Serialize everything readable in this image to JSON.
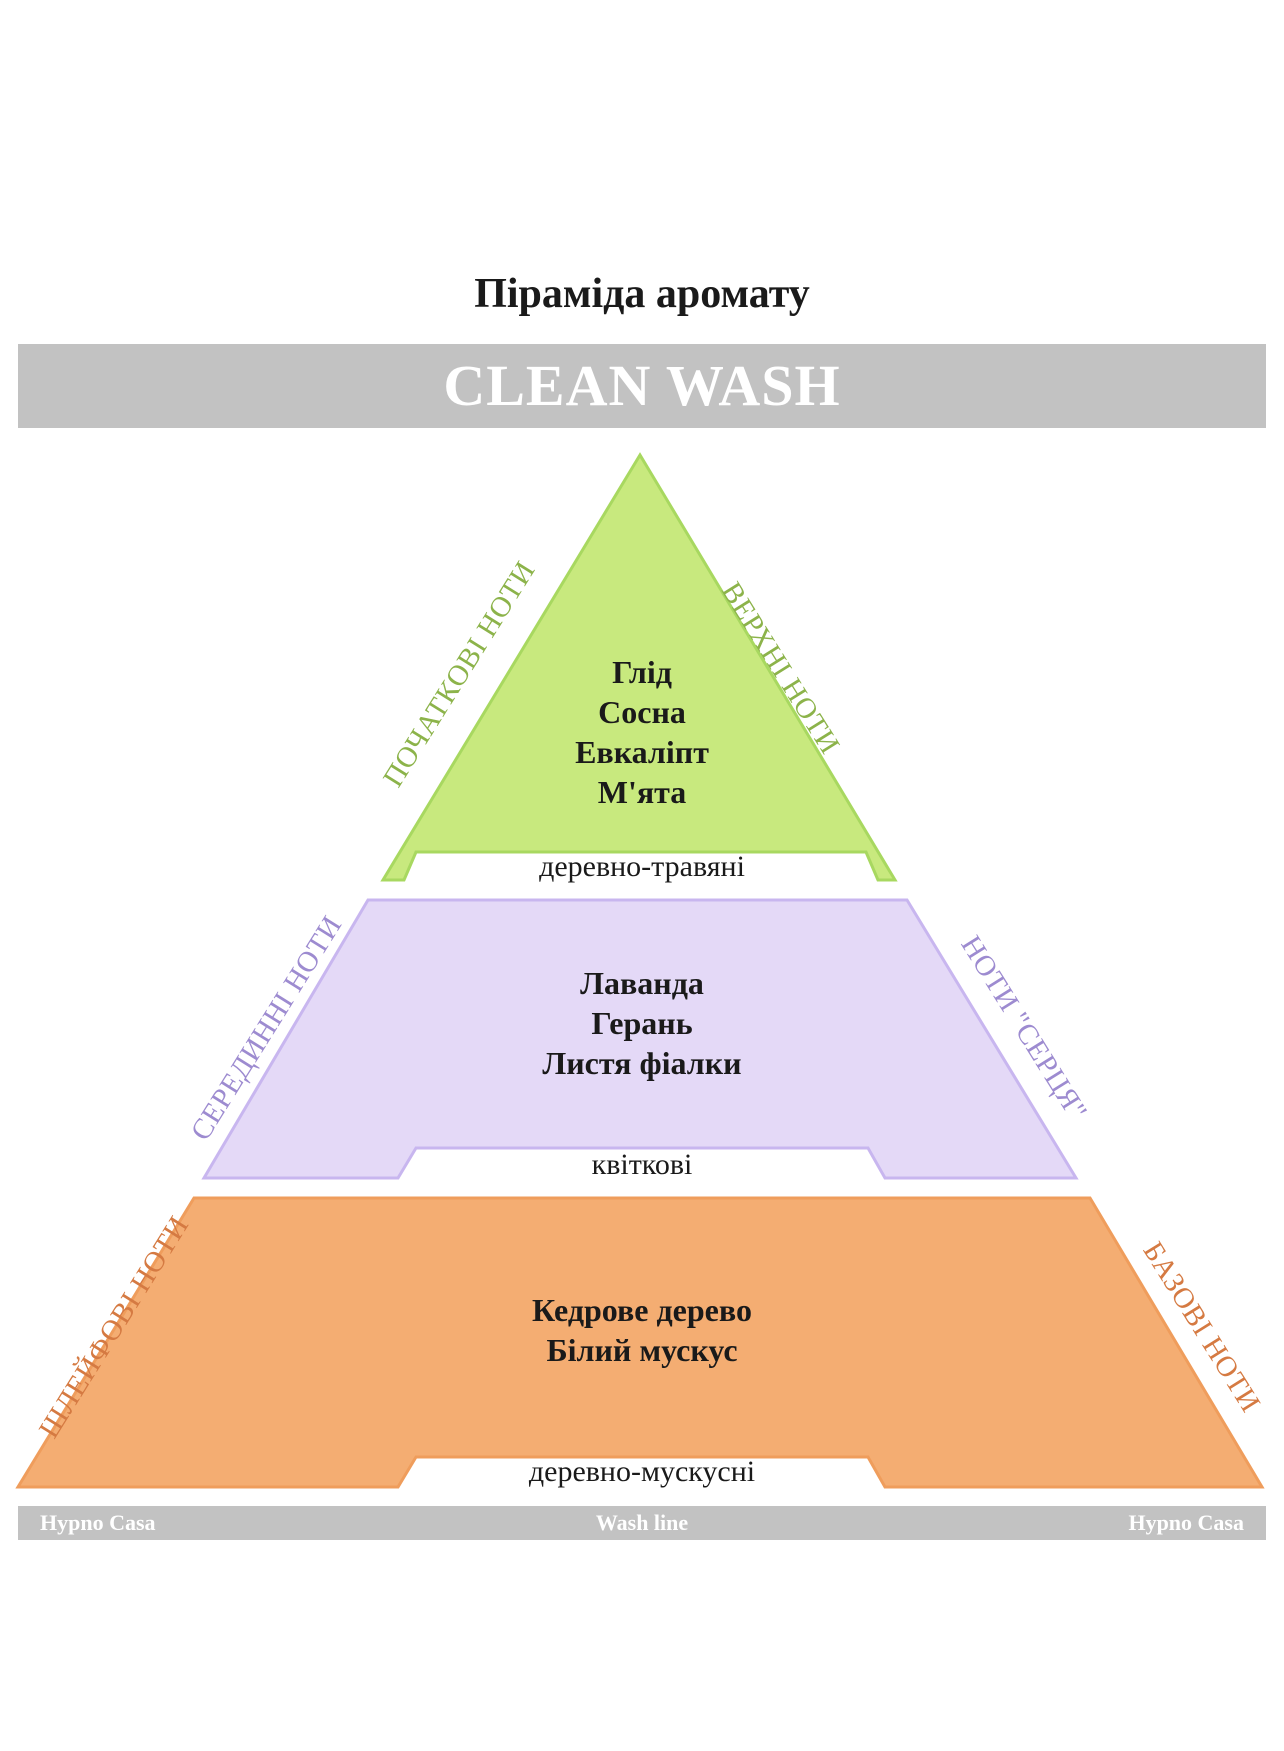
{
  "title": "Піраміда аромату",
  "banner": "CLEAN WASH",
  "colors": {
    "top_fill": "#c8e97e",
    "top_stroke": "#a8d860",
    "top_label": "#8cb34a",
    "middle_fill": "#e4d9f7",
    "middle_stroke": "#c8b6ef",
    "middle_label": "#9d8bd0",
    "base_fill": "#f4ad72",
    "base_stroke": "#ef9d5c",
    "base_label": "#d57a42",
    "bar": "#c2c2c2"
  },
  "tiers": {
    "top": {
      "notes": [
        "Глід",
        "Сосна",
        "Евкаліпт",
        "М'ята"
      ],
      "family": "деревно-травяні",
      "left_label": "ПОЧАТКОВІ НОТИ",
      "right_label": "ВЕРХНІ НОТИ"
    },
    "middle": {
      "notes": [
        "Лаванда",
        "Герань",
        "Листя фіалки"
      ],
      "family": "квіткові",
      "left_label": "СЕРЕДИННІ НОТИ",
      "right_label": "НОТИ \"СЕРЦЯ\""
    },
    "base": {
      "notes": [
        "Кедрове дерево",
        "Білий мускус"
      ],
      "family": "деревно-мускусні",
      "left_label": "ШЛЕЙФОВІ НОТИ",
      "right_label": "БАЗОВІ НОТИ"
    }
  },
  "footer": {
    "left": "Hypno Casa",
    "center": "Wash line",
    "right": "Hypno Casa"
  }
}
